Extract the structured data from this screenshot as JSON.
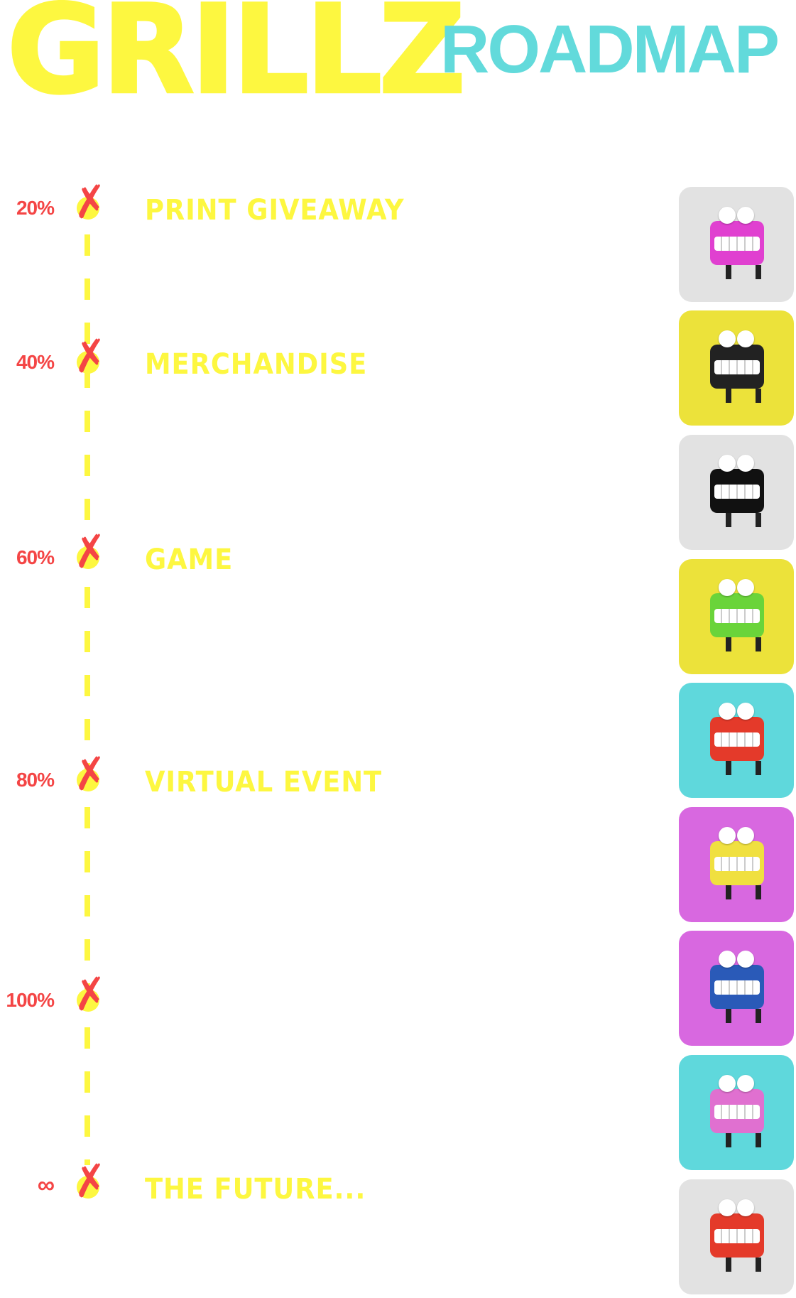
{
  "header": {
    "brand": "GRILLZ",
    "subtitle": "ROADMAP"
  },
  "milestones": [
    {
      "percent": "20%",
      "title": "PRINT GIVEAWAY"
    },
    {
      "percent": "40%",
      "title": "MERCHANDISE"
    },
    {
      "percent": "60%",
      "title": "GAME"
    },
    {
      "percent": "80%",
      "title": "VIRTUAL EVENT"
    },
    {
      "percent": "100%",
      "title": ""
    },
    {
      "percent": "∞",
      "title": "THE FUTURE..."
    }
  ],
  "colors": {
    "yellow": "#fdf740",
    "teal": "#62dadb",
    "red": "#f44545"
  },
  "thumbnails": [
    {
      "bg": "#e2e2e2",
      "body": "#e040d0"
    },
    {
      "bg": "#ece23a",
      "body": "#222222"
    },
    {
      "bg": "#e2e2e2",
      "body": "#111111"
    },
    {
      "bg": "#ece23a",
      "body": "#6ad43a"
    },
    {
      "bg": "#5fd8dc",
      "body": "#e43a2a"
    },
    {
      "bg": "#d868e0",
      "body": "#f0e040"
    },
    {
      "bg": "#d868e0",
      "body": "#2a5ab8"
    },
    {
      "bg": "#5fd8dc",
      "body": "#e070d0"
    },
    {
      "bg": "#e2e2e2",
      "body": "#e43a2a"
    }
  ]
}
